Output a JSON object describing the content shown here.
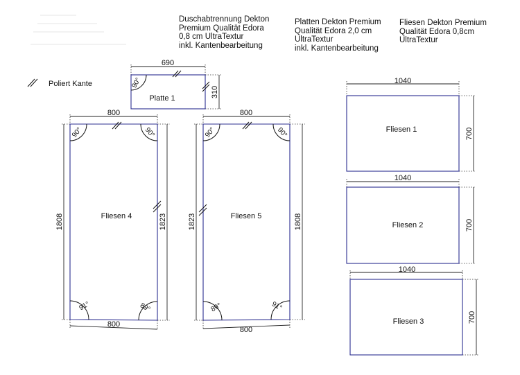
{
  "headers": {
    "col1": [
      "Duschabtrennung Dekton",
      "Premium Qualität Edora",
      "0,8 cm UltraTextur",
      "inkl. Kantenbearbeitung"
    ],
    "col2": [
      "Platten Dekton Premium",
      "Qualität Edora 2,0 cm",
      "UltraTextur",
      "inkl. Kantenbearbeitung"
    ],
    "col3": [
      "Fliesen Dekton Premium",
      "Qualität Edora 0,8cm",
      "UltraTextur"
    ]
  },
  "legend": {
    "label": "Poliert Kante"
  },
  "platte1": {
    "name": "Platte 1",
    "width": "690",
    "height": "310",
    "angle": "90°"
  },
  "fliesen4": {
    "name": "Fliesen 4",
    "top": "800",
    "bottom": "800",
    "left": "1808",
    "right": "1823",
    "angle_tl": "90°",
    "angle_tr": "90°",
    "angle_bl": "91°",
    "angle_br": "89°"
  },
  "fliesen5": {
    "name": "Fliesen 5",
    "top": "800",
    "bottom": "800",
    "left": "1823",
    "right": "1808",
    "angle_tl": "90°",
    "angle_tr": "90°",
    "angle_bl": "89°",
    "angle_br": "91°"
  },
  "fliesen1": {
    "name": "Fliesen 1",
    "width": "1040",
    "height": "700"
  },
  "fliesen2": {
    "name": "Fliesen 2",
    "width": "1040",
    "height": "700"
  },
  "fliesen3": {
    "name": "Fliesen 3",
    "width": "1040",
    "height": "700"
  }
}
